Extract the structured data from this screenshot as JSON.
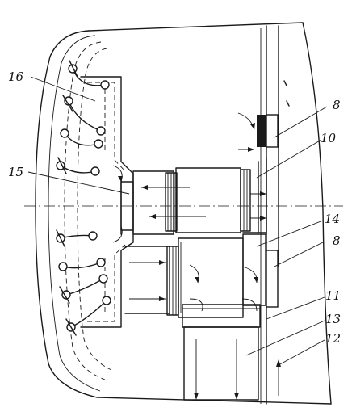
{
  "diagram": {
    "labels": [
      {
        "key": "label_16",
        "text": "16"
      },
      {
        "key": "label_15",
        "text": "15"
      },
      {
        "key": "label_8_top",
        "text": "8"
      },
      {
        "key": "label_10",
        "text": "10"
      },
      {
        "key": "label_14",
        "text": "14"
      },
      {
        "key": "label_8_mid",
        "text": "8"
      },
      {
        "key": "label_11",
        "text": "11"
      },
      {
        "key": "label_13",
        "text": "13"
      },
      {
        "key": "label_12",
        "text": "12"
      }
    ]
  }
}
